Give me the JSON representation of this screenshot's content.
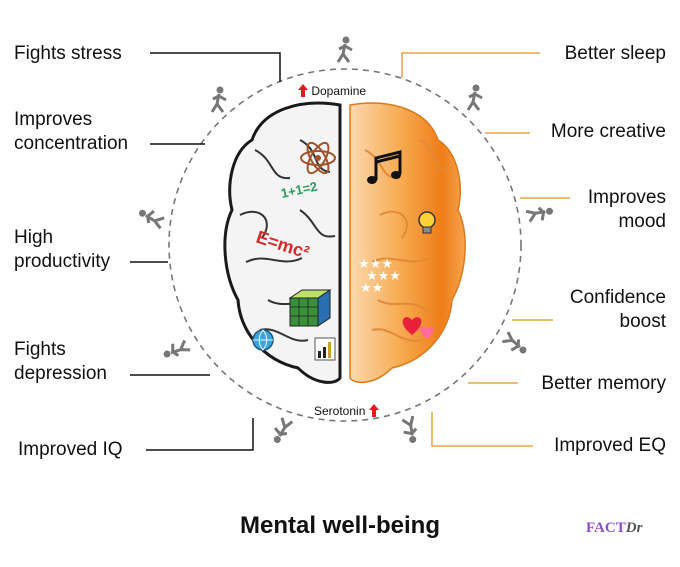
{
  "title": "Mental well-being",
  "brand": {
    "part1": "FACT",
    "part2": "Dr"
  },
  "neurotransmitters": {
    "top": "Dopamine",
    "bottom": "Serotonin"
  },
  "left_benefits": [
    {
      "lines": [
        "Fights stress"
      ]
    },
    {
      "lines": [
        "Improves",
        "concentration"
      ]
    },
    {
      "lines": [
        "High",
        "productivity"
      ]
    },
    {
      "lines": [
        "Fights",
        "depression"
      ]
    },
    {
      "lines": [
        "Improved IQ"
      ]
    }
  ],
  "right_benefits": [
    {
      "lines": [
        "Better sleep"
      ]
    },
    {
      "lines": [
        "More creative"
      ]
    },
    {
      "lines": [
        "Improves",
        "mood"
      ]
    },
    {
      "lines": [
        "Confidence",
        "boost"
      ]
    },
    {
      "lines": [
        "Better memory"
      ]
    },
    {
      "lines": [
        "Improved EQ"
      ]
    }
  ],
  "brain_icons": {
    "left": [
      "atom-icon",
      "equation-icon",
      "formula-icon",
      "cube-icon",
      "globe-icon",
      "bar-chart-icon"
    ],
    "right": [
      "music-notes-icon",
      "lightbulb-icon",
      "stars-icon",
      "hearts-icon"
    ],
    "equation_text": "1+1=2",
    "formula_text": "E=mc²"
  },
  "colors": {
    "left_line": "#111111",
    "right_line": "#e8a63c",
    "right_brain": "#f3902f",
    "arrow": "#e01b1b",
    "brand_purple": "#8b4fcf"
  }
}
